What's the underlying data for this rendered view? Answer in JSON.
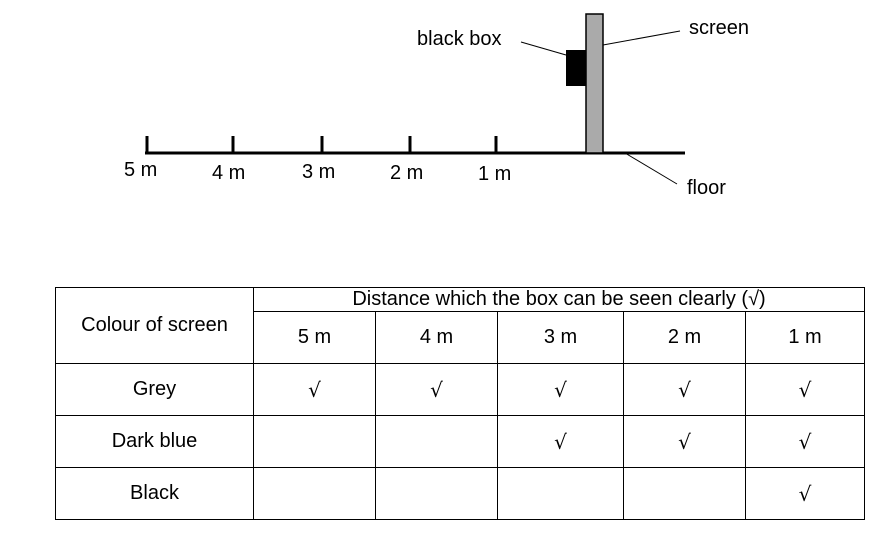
{
  "diagram": {
    "labels": {
      "black_box": "black box",
      "screen": "screen",
      "floor": "floor"
    },
    "distances": [
      "5 m",
      "4 m",
      "3 m",
      "2 m",
      "1 m"
    ],
    "colors": {
      "screen_fill": "#aaaaaa",
      "box_fill": "#000000",
      "line": "#000000"
    }
  },
  "table": {
    "row_header": "Colour of screen",
    "group_header": "Distance which the box can be seen clearly (√)",
    "columns": [
      "5 m",
      "4 m",
      "3 m",
      "2 m",
      "1 m"
    ],
    "rows": [
      {
        "colour": "Grey",
        "cells": [
          "√",
          "√",
          "√",
          "√",
          "√"
        ]
      },
      {
        "colour": "Dark blue",
        "cells": [
          "",
          "",
          "√",
          "√",
          "√"
        ]
      },
      {
        "colour": "Black",
        "cells": [
          "",
          "",
          "",
          "",
          "√"
        ]
      }
    ]
  }
}
